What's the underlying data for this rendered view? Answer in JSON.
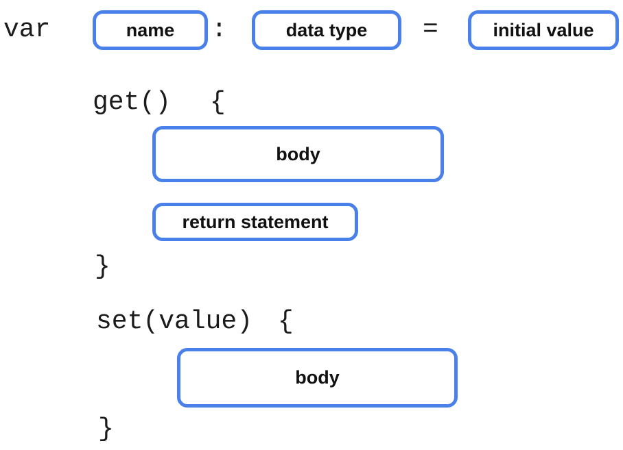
{
  "diagram": {
    "title": "property-declaration-syntax",
    "colors": {
      "box_border": "#4a80ea",
      "code_text": "#1b1b1b",
      "label_text": "#111111",
      "background": "#ffffff"
    },
    "declaration": {
      "keyword": "var",
      "name_placeholder": "name",
      "colon": ":",
      "type_placeholder": "data type",
      "equals": "=",
      "initial_value_placeholder": "initial value"
    },
    "getter": {
      "open": "get() {",
      "body_placeholder": "body",
      "return_placeholder": "return statement",
      "close": "}"
    },
    "setter": {
      "open": "set(value) {",
      "body_placeholder": "body",
      "close": "}"
    }
  }
}
